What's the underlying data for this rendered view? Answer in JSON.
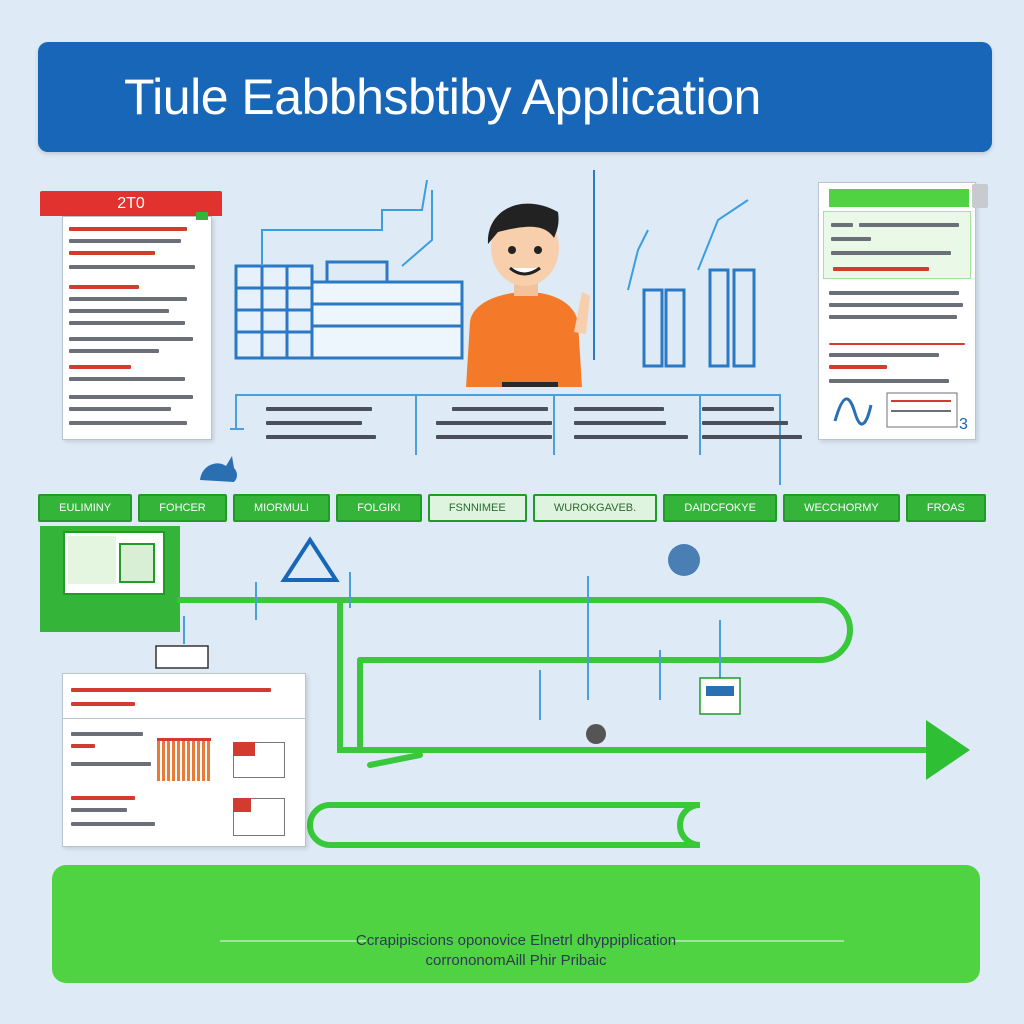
{
  "title": "Tiule Eabbhsbtiby Application",
  "left_doc": {
    "tab_label": "2T0"
  },
  "steps": [
    {
      "label": "EULIMINY"
    },
    {
      "label": "FOHCER"
    },
    {
      "label": "MIORMULI"
    },
    {
      "label": "FOLGIKI"
    },
    {
      "label": "FSNNIMEE"
    },
    {
      "label": "WUROKGAVEB."
    },
    {
      "label": "DAIDCFOKYE"
    },
    {
      "label": "WECCHORMY"
    },
    {
      "label": "FROAS"
    }
  ],
  "footer": {
    "line1": "Ccrapipiscions oponovice Elnetrl dhyppiplication",
    "line2": "corrononomAill Phir Pribaic"
  },
  "colors": {
    "banner": "#1766b8",
    "accent_green": "#34b53a",
    "flow_line": "#38c83a",
    "background": "#deebf6",
    "doc_red": "#e1322f"
  },
  "icons": [
    "person-illustration",
    "building-icon",
    "bar-chart-icon",
    "triangle-icon",
    "arrow-right-icon",
    "cat-icon"
  ]
}
